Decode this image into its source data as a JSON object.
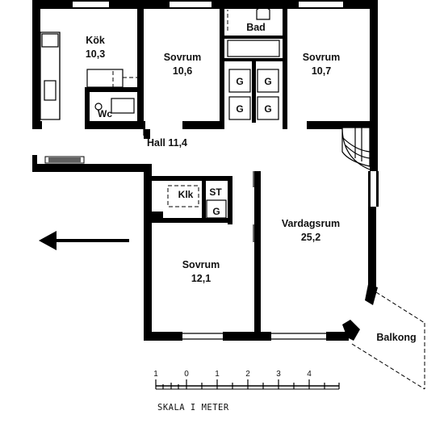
{
  "rooms": {
    "kok_name": "Kök",
    "kok_area": "10,3",
    "sovrum1_name": "Sovrum",
    "sovrum1_area": "10,6",
    "bad": "Bad",
    "sovrum2_name": "Sovrum",
    "sovrum2_area": "10,7",
    "wc": "Wc",
    "hall": "Hall 11,4",
    "klk": "Klk",
    "st": "ST",
    "g_closet": "G",
    "vardagsrum_name": "Vardagsrum",
    "vardagsrum_area": "25,2",
    "sovrum3_name": "Sovrum",
    "sovrum3_area": "12,1",
    "balkong": "Balkong"
  },
  "scale": {
    "ticks": [
      "1",
      "0",
      "1",
      "2",
      "3",
      "4"
    ],
    "label": "SKALA I METER"
  },
  "icons": {
    "entrance": "arrow-left-icon"
  }
}
